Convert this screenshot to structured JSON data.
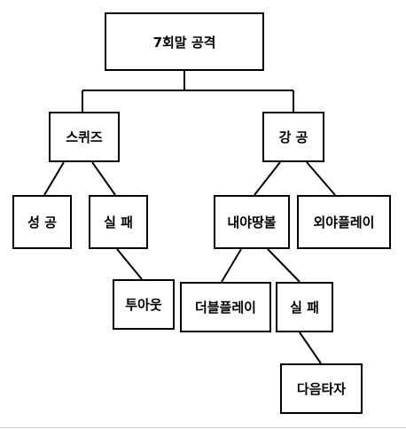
{
  "diagram": {
    "root": {
      "label": "7회말 공격"
    },
    "squeeze": {
      "label": "스퀴즈"
    },
    "force": {
      "label": "강 공"
    },
    "squeeze_success": {
      "label": "성 공"
    },
    "squeeze_fail": {
      "label": "실 패"
    },
    "infield_fly": {
      "label": "내야땅볼"
    },
    "outfield_play": {
      "label": "외야플레이"
    },
    "runner_out": {
      "label": "투아웃"
    },
    "double_play": {
      "label": "더블플레이"
    },
    "force_fail": {
      "label": "실 패"
    },
    "next_batter": {
      "label": "다음타자"
    }
  },
  "colors": {
    "line": "#000000",
    "box_border": "#000000",
    "background": "#ffffff"
  }
}
